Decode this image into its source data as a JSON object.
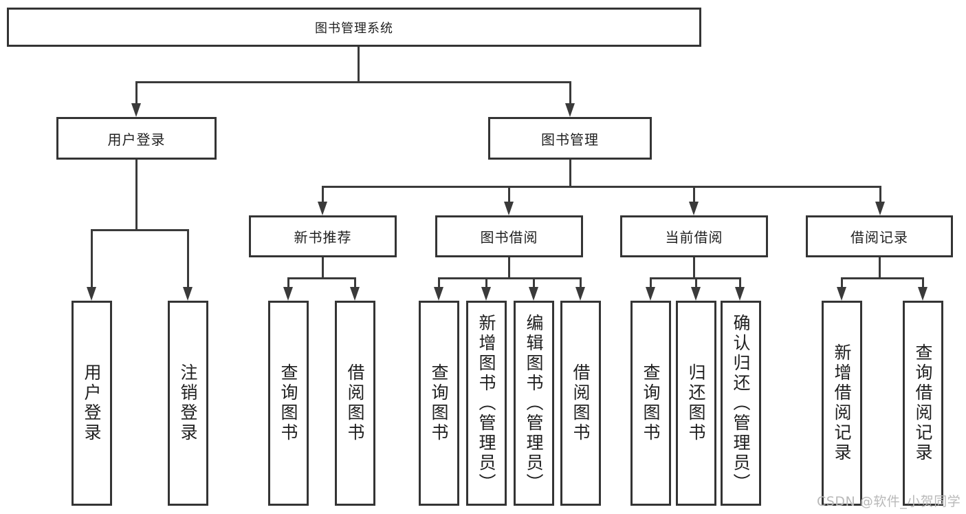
{
  "diagram_type": "tree",
  "tree": {
    "label": "图书管理系统",
    "children": [
      {
        "label": "用户登录",
        "children": [
          {
            "label": "用户登录"
          },
          {
            "label": "注销登录"
          }
        ]
      },
      {
        "label": "图书管理",
        "children": [
          {
            "label": "新书推荐",
            "children": [
              {
                "label": "查询图书"
              },
              {
                "label": "借阅图书"
              }
            ]
          },
          {
            "label": "图书借阅",
            "children": [
              {
                "label": "查询图书"
              },
              {
                "label": "新增图书（管理员）"
              },
              {
                "label": "编辑图书（管理员）"
              },
              {
                "label": "借阅图书"
              }
            ]
          },
          {
            "label": "当前借阅",
            "children": [
              {
                "label": "查询图书"
              },
              {
                "label": "归还图书"
              },
              {
                "label": "确认归还（管理员）"
              }
            ]
          },
          {
            "label": "借阅记录",
            "children": [
              {
                "label": "新增借阅记录"
              },
              {
                "label": "查询借阅记录"
              }
            ]
          }
        ]
      }
    ]
  },
  "watermark": {
    "text": "CSDN @软件_小贺同学"
  },
  "colors": {
    "line": "#3a3a3a",
    "border": "#343434",
    "text": "#1f1f1f",
    "watermark": "#b9b9b9",
    "background": "#ffffff"
  }
}
